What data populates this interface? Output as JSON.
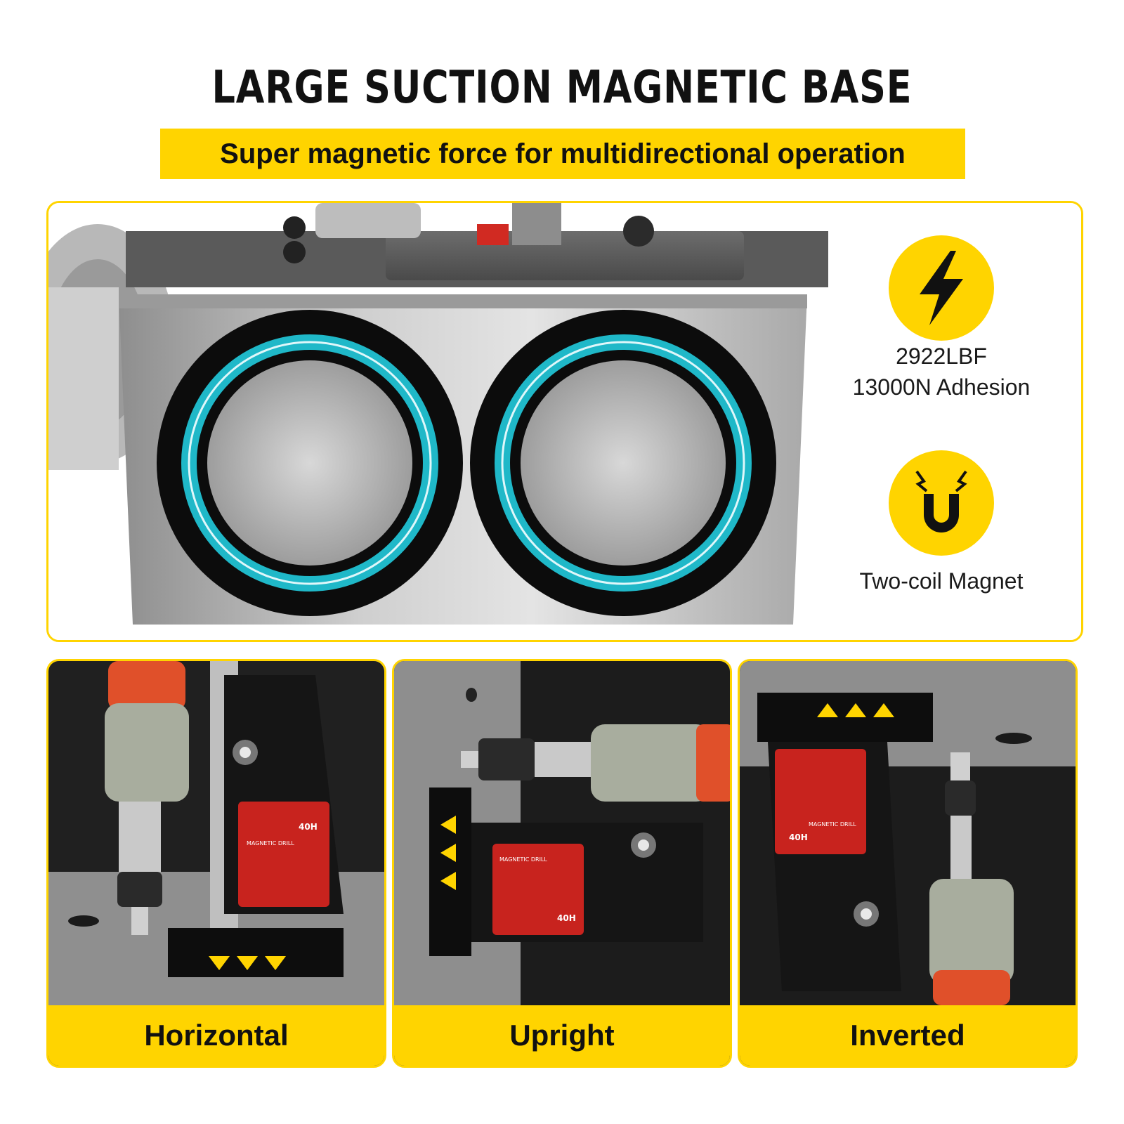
{
  "header": {
    "title": "LARGE SUCTION MAGNETIC BASE",
    "subtitle": "Super magnetic force for multidirectional operation"
  },
  "features": [
    {
      "icon": "lightning-bolt-icon",
      "line1": "2922LBF",
      "line2": "13000N Adhesion"
    },
    {
      "icon": "magnet-icon",
      "line1": "Two-coil Magnet"
    }
  ],
  "modes": [
    {
      "label": "Horizontal",
      "plate_model": "40H",
      "plate_title": "MAGNETIC DRILL"
    },
    {
      "label": "Upright",
      "plate_model": "40H",
      "plate_title": "MAGNETIC DRILL"
    },
    {
      "label": "Inverted",
      "plate_model": "40H",
      "plate_title": "MAGNETIC DRILL"
    }
  ],
  "colors": {
    "accent": "#ffd400",
    "ring": "#1fb8c8",
    "plate": "#c8231e"
  }
}
